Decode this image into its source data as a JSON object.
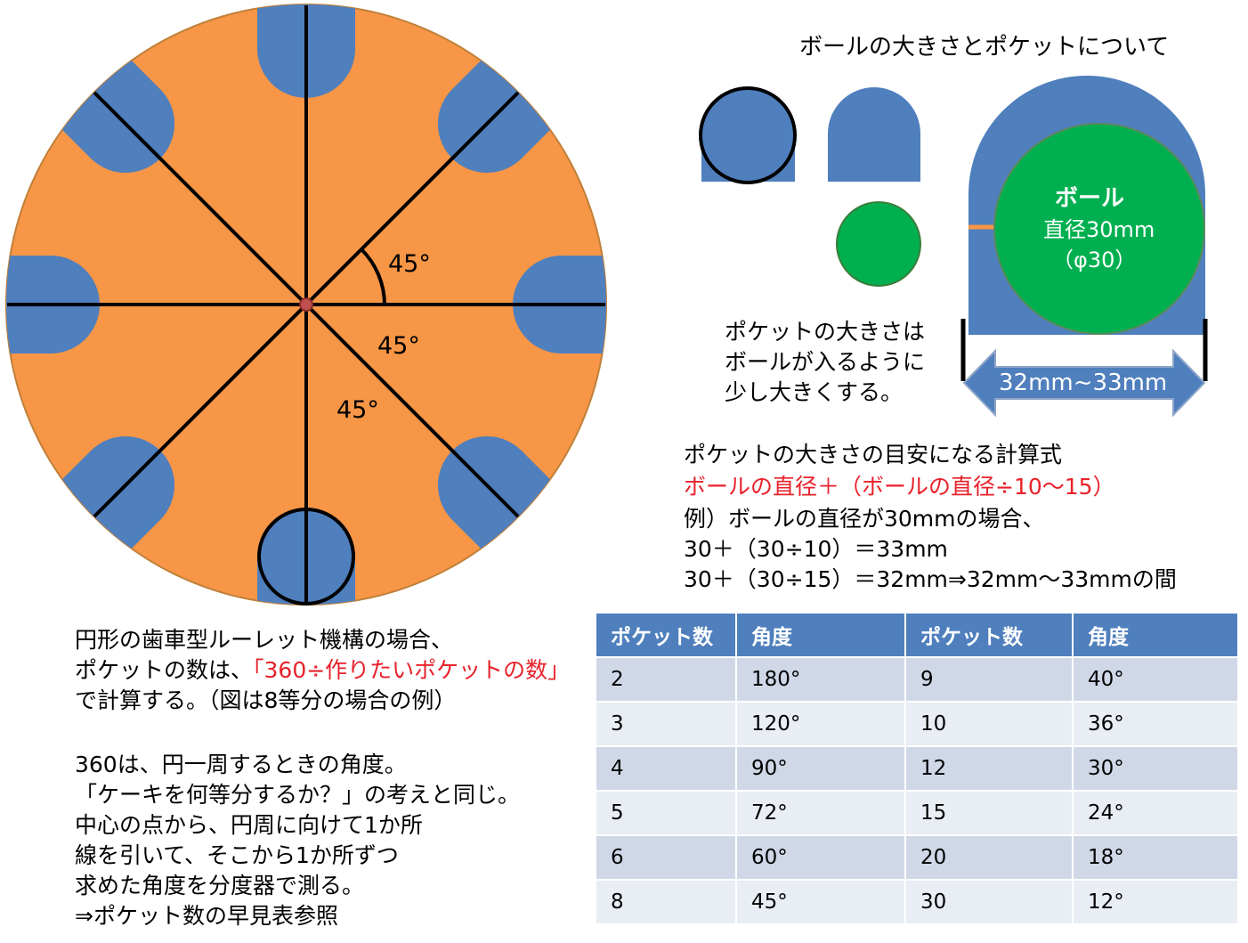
{
  "wheel": {
    "angle_labels": [
      "45°",
      "45°",
      "45°"
    ],
    "colors": {
      "disk": "#f79646",
      "pocket": "#4f7fbd",
      "line": "#000000",
      "center": "#c0504d"
    }
  },
  "ball_section": {
    "title": "ボールの大きさとポケットについて",
    "ball_label": "ボール",
    "diameter_label": "直径30mm",
    "phi_label": "（φ30）",
    "width_label": "32mm~33mm",
    "note_lines": [
      "ポケットの大きさは",
      "ボールが入るように",
      "少し大きくする。"
    ],
    "colors": {
      "ball": "#00b050",
      "pocket": "#4f7fbd"
    }
  },
  "formula": {
    "heading": "ポケットの大きさの目安になる計算式",
    "formula_red": "ボールの直径＋（ボールの直径÷10～15）",
    "example": "例）ボールの直径が30mmの場合、",
    "calc1": "30＋（30÷10）＝33mm",
    "calc2": "30＋（30÷15）＝32mm⇒32mm～33mmの間"
  },
  "explanation": {
    "line1": "円形の歯車型ルーレット機構の場合、",
    "line2_pre": "ポケットの数は、",
    "line2_red": "「360÷作りたいポケットの数」",
    "line3": "で計算する。（図は8等分の場合の例）",
    "lines_b": [
      "360は、円一周するときの角度。",
      "「ケーキを何等分するか？」の考えと同じ。",
      "中心の点から、円周に向けて1か所",
      "線を引いて、そこから1か所ずつ",
      "求めた角度を分度器で測る。",
      "⇒ポケット数の早見表参照"
    ]
  },
  "table": {
    "headers": [
      "ポケット数",
      "角度",
      "ポケット数",
      "角度"
    ],
    "rows": [
      [
        "2",
        "180°",
        "9",
        "40°"
      ],
      [
        "3",
        "120°",
        "10",
        "36°"
      ],
      [
        "4",
        "90°",
        "12",
        "30°"
      ],
      [
        "5",
        "72°",
        "15",
        "24°"
      ],
      [
        "6",
        "60°",
        "20",
        "18°"
      ],
      [
        "8",
        "45°",
        "30",
        "12°"
      ]
    ]
  }
}
